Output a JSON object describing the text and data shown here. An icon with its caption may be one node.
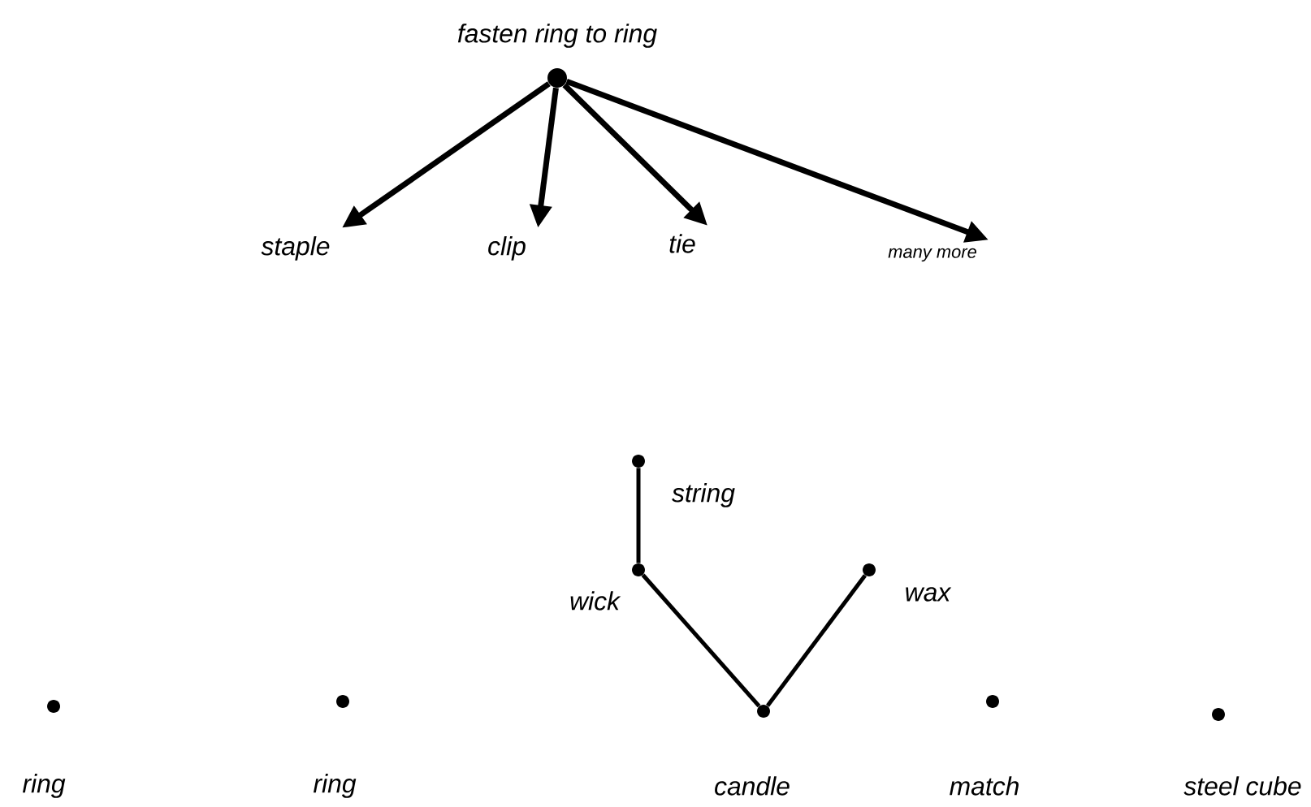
{
  "diagram": {
    "nodes": [
      {
        "text": [],
        "shape": "circle",
        "beside": [
          "fasten ring to ring"
        ]
      },
      {
        "text": [
          "staple"
        ]
      },
      {
        "text": [
          "clip"
        ]
      },
      {
        "text": [
          "tie"
        ]
      },
      {
        "text": [
          "many more"
        ]
      },
      {
        "text": [],
        "shape": "circle",
        "beside": [
          "string"
        ]
      },
      {
        "text": [],
        "shape": "circle",
        "beside": [
          "wick"
        ]
      },
      {
        "text": [],
        "shape": "circle",
        "beside": [
          "wax"
        ]
      },
      {
        "text": [],
        "shape": "circle",
        "beside": [
          "ring"
        ]
      },
      {
        "text": [],
        "shape": "circle",
        "beside": [
          "ring"
        ]
      },
      {
        "text": [],
        "shape": "circle",
        "beside": [
          "candle"
        ]
      },
      {
        "text": [],
        "shape": "circle",
        "beside": [
          "match"
        ]
      },
      {
        "text": [],
        "shape": "circle",
        "beside": [
          "steel cube"
        ]
      }
    ],
    "edges": [
      {
        "from": 0,
        "to": 1,
        "arrow": "to"
      },
      {
        "from": 0,
        "to": 2,
        "arrow": "to"
      },
      {
        "from": 0,
        "to": 3,
        "arrow": "to"
      },
      {
        "from": 0,
        "to": 4,
        "arrow": "to"
      },
      {
        "from": 5,
        "to": 6,
        "arrow": "none"
      },
      {
        "from": 6,
        "to": 10,
        "arrow": "none"
      },
      {
        "from": 7,
        "to": 10,
        "arrow": "none"
      }
    ]
  }
}
